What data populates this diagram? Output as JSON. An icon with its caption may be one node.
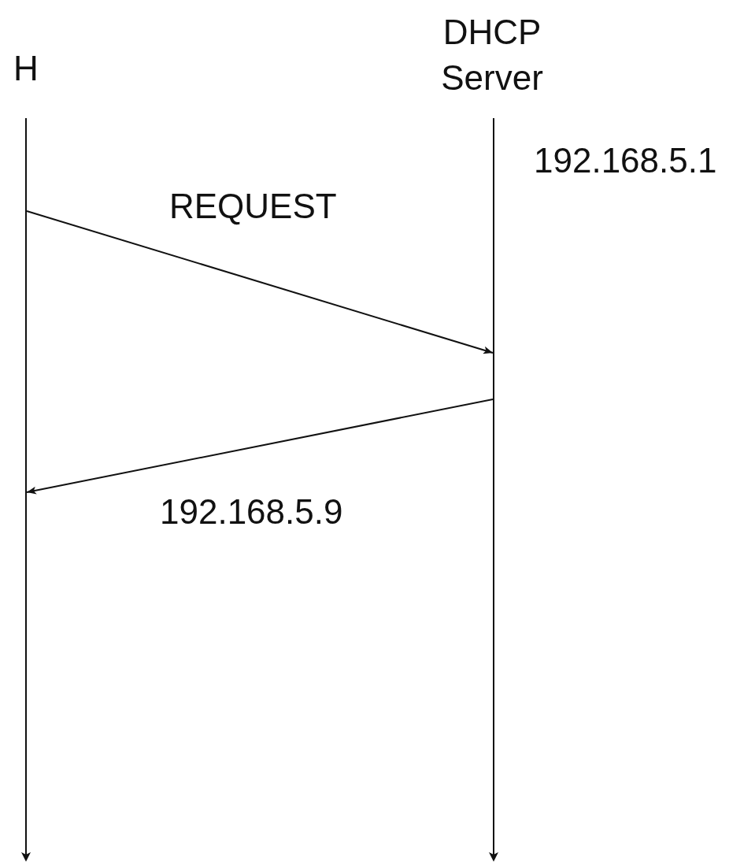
{
  "diagram": {
    "nodes": [
      {
        "text": [
          "H"
        ]
      },
      {
        "text": [
          "DHCP Server"
        ],
        "beside": [
          "192.168.5.1"
        ]
      },
      {
        "text": [],
        "shape": "line"
      },
      {
        "text": [],
        "shape": "line"
      }
    ],
    "edges": [
      {
        "from": 2,
        "to": 3,
        "arrow": "to",
        "label": "REQUEST"
      },
      {
        "from": 3,
        "to": 2,
        "arrow": "to",
        "label": "192.168.5.9"
      }
    ]
  }
}
